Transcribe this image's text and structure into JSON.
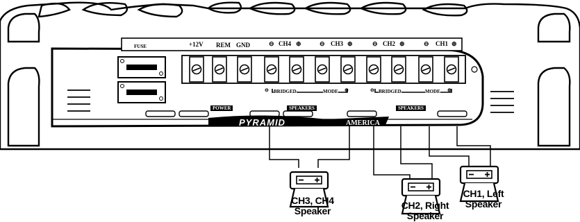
{
  "diagram": {
    "top_labels": {
      "fuse": "FUSE",
      "plus12v": "+12V",
      "rem": "REM",
      "gnd": "GND",
      "ch4": "CH4",
      "ch3": "CH3",
      "ch2": "CH2",
      "ch1": "CH1"
    },
    "minus_sign": "⊖",
    "plus_sign": "⊕",
    "bridged_left": "BRIDGED",
    "mode_left": "MODE",
    "bridged_right": "BRIDGED",
    "mode_right": "MODE",
    "power": "POWER",
    "speakers_left": "SPEAKERS",
    "speakers_right": "SPEAKERS",
    "brand": "PYRAMID",
    "america": "AMERICA",
    "speakers": [
      {
        "line1": "CH3, CH4",
        "line2": "Speaker"
      },
      {
        "line1": "CH2, Right",
        "line2": "Speaker"
      },
      {
        "line1": "CH1, Left",
        "line2": "Speaker"
      }
    ]
  }
}
